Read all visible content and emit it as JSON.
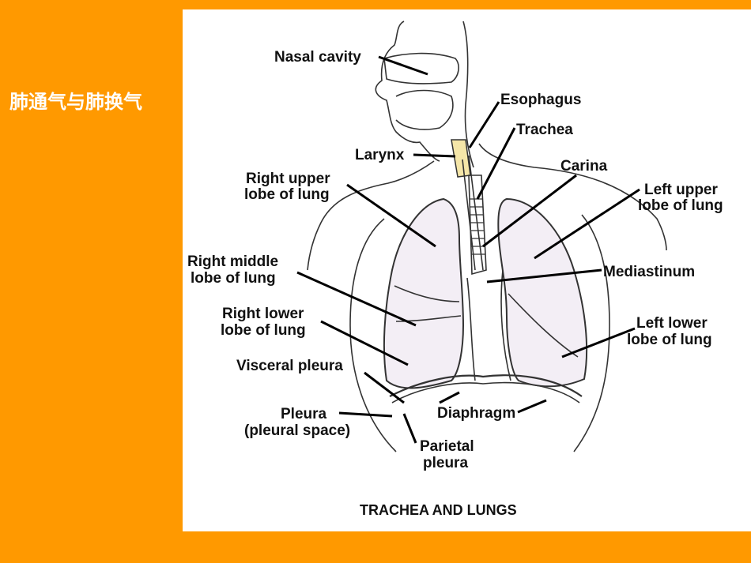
{
  "slide": {
    "title": "肺通气与肺换气",
    "background_color": "#FF9900",
    "title_color": "#FFFFFF"
  },
  "diagram": {
    "caption": "TRACHEA AND LUNGS",
    "labels": {
      "nasal_cavity": "Nasal cavity",
      "esophagus": "Esophagus",
      "trachea": "Trachea",
      "larynx": "Larynx",
      "carina": "Carina",
      "right_upper_1": "Right upper",
      "right_upper_2": "lobe of lung",
      "left_upper_1": "Left upper",
      "left_upper_2": "lobe of lung",
      "right_middle_1": "Right middle",
      "right_middle_2": "lobe of lung",
      "mediastinum": "Mediastinum",
      "right_lower_1": "Right lower",
      "right_lower_2": "lobe of lung",
      "left_lower_1": "Left lower",
      "left_lower_2": "lobe of lung",
      "visceral_pleura": "Visceral pleura",
      "diaphragm": "Diaphragm",
      "pleura_1": "Pleura",
      "pleura_2": "(pleural space)",
      "parietal_1": "Parietal",
      "parietal_2": "pleura"
    },
    "colors": {
      "lung_fill": "#F3EEF5",
      "larynx_fill": "#F5E6A8"
    }
  }
}
